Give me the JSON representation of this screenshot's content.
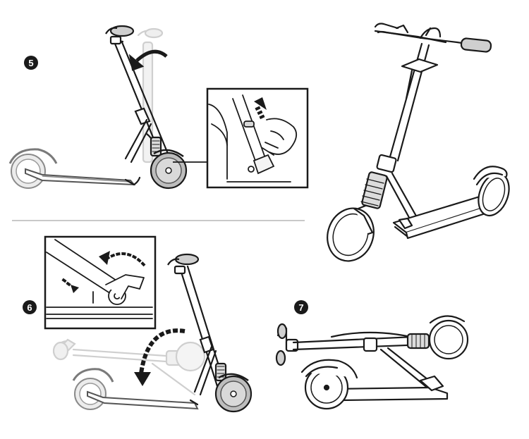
{
  "steps": [
    {
      "number": "5"
    },
    {
      "number": "6"
    },
    {
      "number": "7"
    }
  ],
  "colors": {
    "line": "#1a1a1a",
    "ghost": "#c9c9c9",
    "wheel_fill": "#bdbdbd",
    "wheel_light": "#ececec",
    "divider": "#b5b5b5",
    "background": "#ffffff"
  }
}
